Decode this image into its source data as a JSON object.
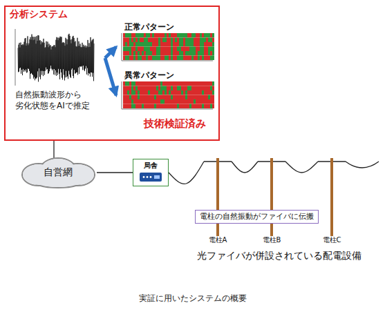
{
  "diagram": {
    "caption": "実証に用いたシステムの概要",
    "nodes": [
      {
        "text": [
          "分析システム"
        ]
      },
      {
        "text": [
          "自然振動波形から 劣化状態をAIで推定"
        ],
        "in": 0
      },
      {
        "text": [
          "正常パターン"
        ],
        "in": 0
      },
      {
        "text": [
          "異常パターン"
        ],
        "in": 0
      },
      {
        "text": [
          "自営網"
        ]
      },
      {
        "text": [
          "局舎"
        ]
      },
      {
        "text": [
          "電柱A"
        ]
      },
      {
        "text": [
          "電柱B"
        ]
      },
      {
        "text": [
          "電柱C"
        ]
      },
      {
        "text": [
          "電柱の自然振動がファイバに伝搬"
        ]
      }
    ],
    "edges": [
      {
        "from": 1,
        "to": 2,
        "arrow": "to"
      },
      {
        "from": 1,
        "to": 3,
        "arrow": "to"
      },
      {
        "from": 0,
        "to": 4,
        "arrow": "none"
      },
      {
        "from": 4,
        "to": 5,
        "arrow": "none"
      },
      {
        "from": 5,
        "to": 6,
        "arrow": "none"
      },
      {
        "from": 6,
        "to": 7,
        "arrow": "none"
      },
      {
        "from": 7,
        "to": 8,
        "arrow": "none"
      }
    ],
    "labels": [
      "技術検証済み",
      "光ファイバが併設されている配電設備"
    ]
  }
}
